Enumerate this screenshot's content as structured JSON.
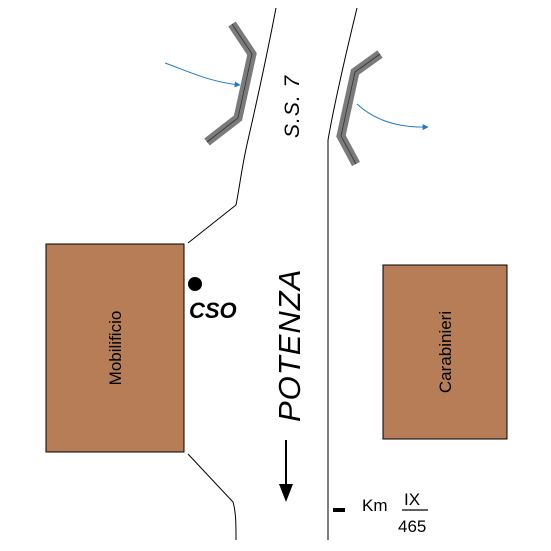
{
  "map": {
    "road_label": "S.S. 7",
    "direction_label": "POTENZA",
    "point_label": "CSO",
    "km_prefix": "Km",
    "km_roman": "IX",
    "km_value": "465",
    "buildings": [
      {
        "label": "Mobilificio"
      },
      {
        "label": "Carabinieri"
      }
    ],
    "colors": {
      "building_fill": "#b77d57",
      "building_stroke": "#000000",
      "guardrail": "#7b7b7b",
      "flow_arrow": "#1f7ac4",
      "road_line": "#000000"
    }
  }
}
